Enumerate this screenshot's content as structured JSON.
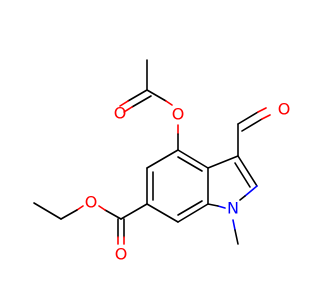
{
  "molecule": {
    "atoms": {
      "acetyl_carbonyl_oxygen": "O",
      "acetoxy_ester_oxygen": "O",
      "formyl_oxygen": "O",
      "ethyl_ester_oxygen": "O",
      "ester_carbonyl_oxygen": "O",
      "ring_nitrogen": "N"
    },
    "colors": {
      "oxygen": "#ff0000",
      "nitrogen": "#0000ff",
      "carbon_bond": "#000000",
      "background": "#ffffff"
    }
  }
}
